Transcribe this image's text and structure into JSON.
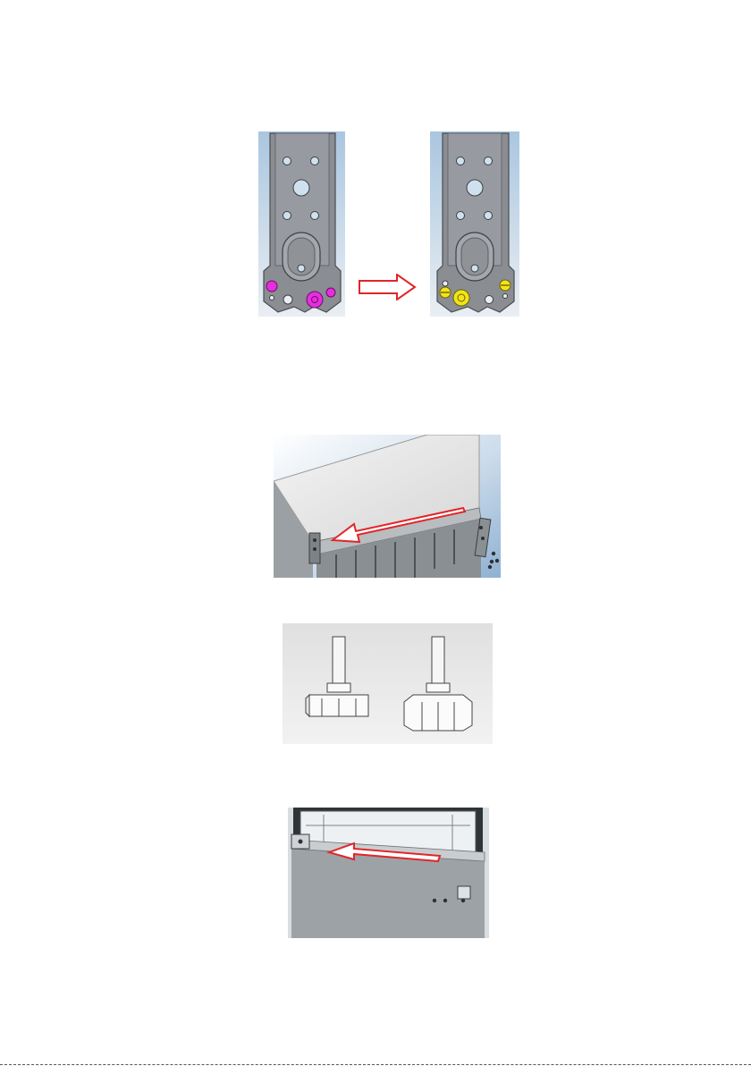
{
  "figures": [
    {
      "id": "hinge-bracket-before",
      "marker_color": "#e62ee0"
    },
    {
      "id": "hinge-bracket-after",
      "marker_color": "#f2e41a"
    },
    {
      "id": "top-hinge-removal"
    },
    {
      "id": "hinge-pins"
    },
    {
      "id": "door-top-hinge"
    }
  ],
  "colors": {
    "arrow": "#e0262a",
    "bracket": "#8a8d92",
    "sky": "#cfe0ee",
    "panel": "#9da2a6"
  }
}
